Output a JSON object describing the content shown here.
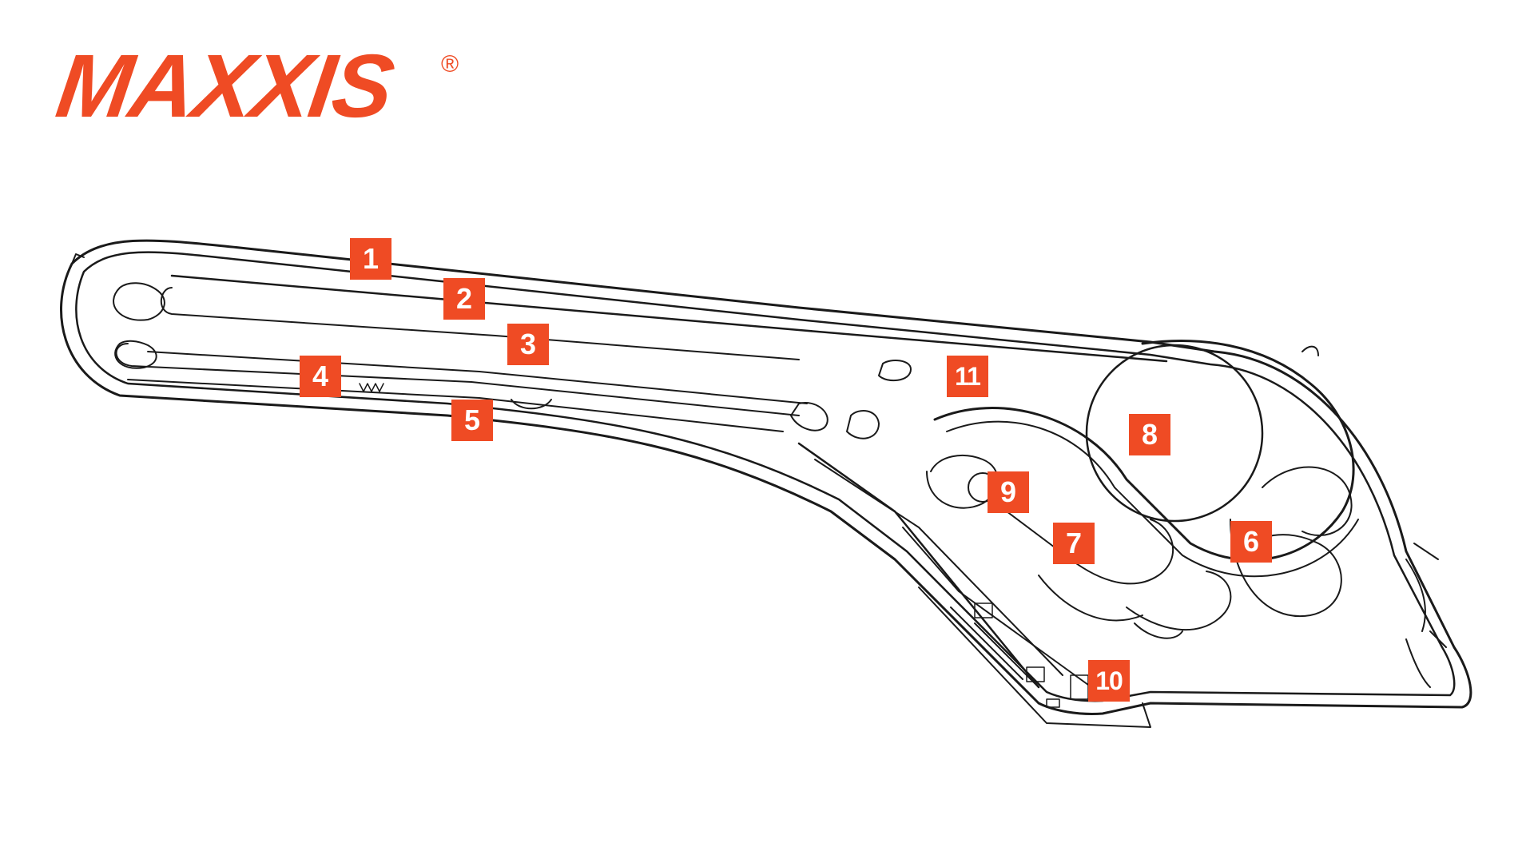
{
  "brand": {
    "logo_text": "MAXXIS",
    "registered": "®",
    "color": "#ef4b24"
  },
  "track": {
    "line_color": "#1a1a1a",
    "marker_color": "#ef4b24",
    "markers": [
      {
        "label": "1"
      },
      {
        "label": "2"
      },
      {
        "label": "3"
      },
      {
        "label": "4"
      },
      {
        "label": "5"
      },
      {
        "label": "6"
      },
      {
        "label": "7"
      },
      {
        "label": "8"
      },
      {
        "label": "9"
      },
      {
        "label": "10"
      },
      {
        "label": "11"
      }
    ]
  }
}
